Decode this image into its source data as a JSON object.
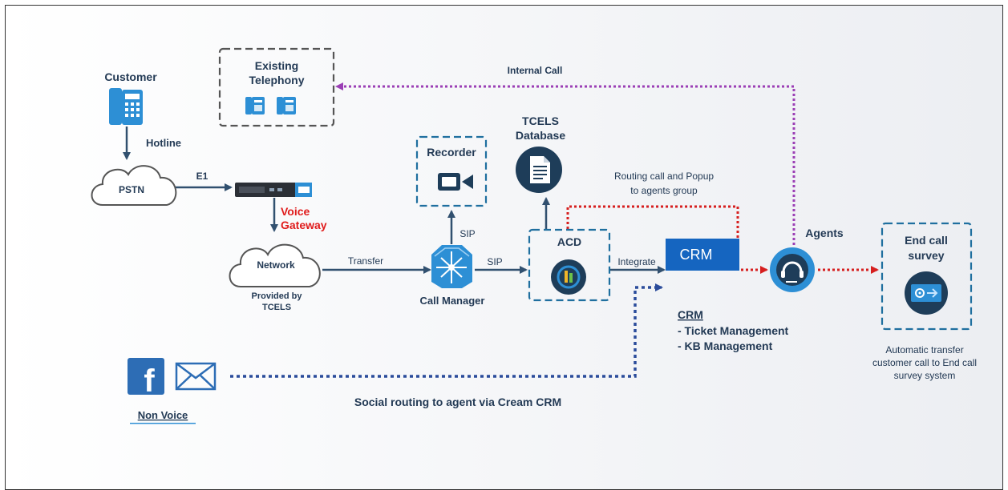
{
  "labels": {
    "customer": "Customer",
    "hotline": "Hotline",
    "pstn": "PSTN",
    "e1": "E1",
    "voice_gateway_1": "Voice",
    "voice_gateway_2": "Gateway",
    "network": "Network",
    "provided_by_1": "Provided by",
    "provided_by_2": "TCELS",
    "existing_telephony_1": "Existing",
    "existing_telephony_2": "Telephony",
    "internal_call": "Internal Call",
    "recorder": "Recorder",
    "tcels_db_1": "TCELS",
    "tcels_db_2": "Database",
    "routing_1": "Routing call and Popup",
    "routing_2": "to agents group",
    "transfer": "Transfer",
    "sip_up": "SIP",
    "sip_right": "SIP",
    "call_manager": "Call Manager",
    "acd": "ACD",
    "integrate": "Integrate",
    "crm_box": "CRM",
    "agents": "Agents",
    "end_call_1": "End call",
    "end_call_2": "survey",
    "crm_heading": "CRM",
    "crm_item_1": "- Ticket Management",
    "crm_item_2": "- KB Management",
    "auto_transfer_1": "Automatic transfer",
    "auto_transfer_2": "customer call to End call",
    "auto_transfer_3": "survey system",
    "social_routing": "Social routing to agent via Cream CRM",
    "non_voice": "Non Voice",
    "facebook_letter": "f"
  },
  "colors": {
    "navy": "#233a55",
    "line": "#31506f",
    "dash_box": "#1f6f9f",
    "purple_dotted": "#9b3fb5",
    "red_dotted": "#d61f1f",
    "accent_blue": "#2d8fd5",
    "crm_blue": "#1565c0",
    "icon_dark": "#1e3d59",
    "cloud_stroke": "#555555",
    "voice_gateway_red": "#e01b1b"
  }
}
